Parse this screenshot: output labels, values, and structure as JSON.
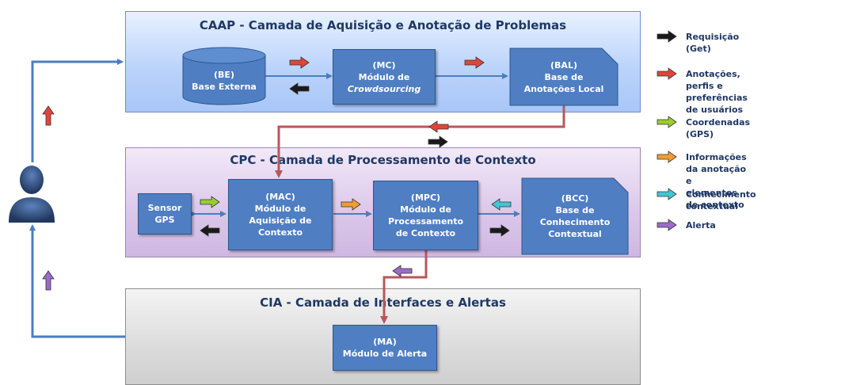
{
  "layers": {
    "caap": {
      "title": "CAAP - Camada de Aquisição e Anotação de Problemas"
    },
    "cpc": {
      "title": "CPC - Camada de Processamento de Contexto"
    },
    "cia": {
      "title": "CIA - Camada de Interfaces e Alertas"
    }
  },
  "nodes": {
    "be": {
      "line1": "(BE)",
      "line2": "Base Externa"
    },
    "mc": {
      "line1": "(MC)",
      "line2": "Módulo de",
      "line3": "Crowdsourcing"
    },
    "bal": {
      "line1": "(BAL)",
      "line2": "Base de",
      "line3": "Anotações Local"
    },
    "gps": {
      "line1": "Sensor",
      "line2": "GPS"
    },
    "mac": {
      "line1": "(MAC)",
      "line2": "Módulo de",
      "line3": "Aquisição de",
      "line4": "Contexto"
    },
    "mpc": {
      "line1": "(MPC)",
      "line2": "Módulo de",
      "line3": "Processamento",
      "line4": "de Contexto"
    },
    "bcc": {
      "line1": "(BCC)",
      "line2": "Base de",
      "line3": "Conhecimento",
      "line4": "Contextual"
    },
    "ma": {
      "line1": "(MA)",
      "line2": "Módulo de Alerta"
    }
  },
  "legend": [
    {
      "label": "Requisição (Get)",
      "color": "#1a1a1a"
    },
    {
      "label": "Anotações, perfis e preferências",
      "label2": "de usuários",
      "color": "#e0453a"
    },
    {
      "label": "Coordenadas (GPS)",
      "color": "#9acd32"
    },
    {
      "label": "Informações da anotação e",
      "label2": "elementos de contexto",
      "color": "#f39c34"
    },
    {
      "label": "Conhecimento contextual",
      "color": "#44c4d4"
    },
    {
      "label": "Alerta",
      "color": "#9b6bc9"
    }
  ],
  "colors": {
    "connector_blue": "#4a7ebf",
    "connector_red": "#b8575b",
    "request": "#1a1a1a",
    "annotation": "#e0453a",
    "gps": "#9acd32",
    "context_info": "#f39c34",
    "knowledge": "#44c4d4",
    "alert": "#9b6bc9"
  },
  "icons": {
    "user": "user-silhouette-icon"
  }
}
